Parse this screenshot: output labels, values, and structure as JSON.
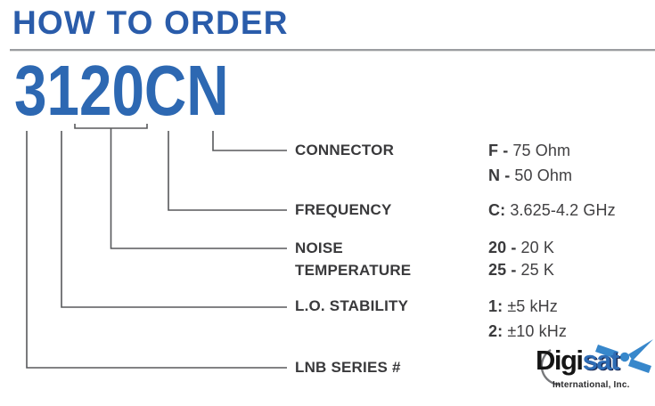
{
  "title": "HOW TO ORDER",
  "part_number": "3120CN",
  "rows": [
    {
      "label": "CONNECTOR",
      "options": [
        {
          "key": "F -",
          "value": "75 Ohm"
        },
        {
          "key": "N -",
          "value": "50 Ohm"
        }
      ]
    },
    {
      "label": "FREQUENCY",
      "options": [
        {
          "key": "C:",
          "value": "3.625-4.2 GHz"
        }
      ]
    },
    {
      "label": "NOISE",
      "label2": "TEMPERATURE",
      "options": [
        {
          "key": "20 -",
          "value": "20 K"
        },
        {
          "key": "25 -",
          "value": "25 K"
        }
      ]
    },
    {
      "label": "L.O. STABILITY",
      "options": [
        {
          "key": "1:",
          "value": "±5 kHz"
        },
        {
          "key": "2:",
          "value": "±10 kHz"
        }
      ]
    },
    {
      "label": "LNB SERIES #",
      "options": []
    }
  ],
  "logo": {
    "text_black": "Digi",
    "text_blue": "sat",
    "subtitle": "International, Inc."
  },
  "colors": {
    "title_blue": "#2a5caa",
    "part_number_blue": "#2d68b2",
    "line_gray": "#58595b",
    "label_dark": "#39393b",
    "logo_blue": "#2e6cb5",
    "satellite_blue": "#3787cb"
  }
}
